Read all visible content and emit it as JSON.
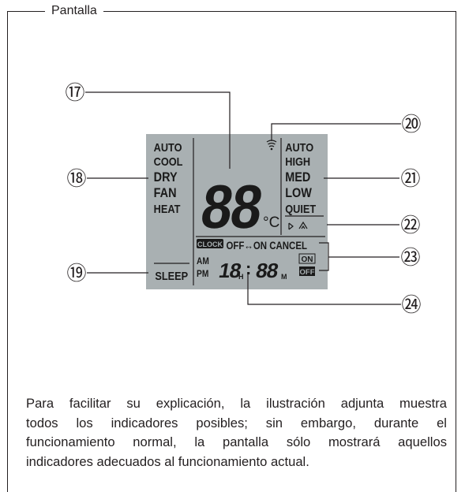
{
  "section": {
    "title": "Pantalla"
  },
  "display": {
    "mode_labels": [
      "AUTO",
      "COOL",
      "DRY",
      "FAN",
      "HEAT"
    ],
    "fan_labels": [
      "AUTO",
      "HIGH",
      "MED",
      "LOW",
      "QUIET"
    ],
    "temperature_digits": "88",
    "temperature_unit": "°C",
    "sleep_label": "SLEEP",
    "clock_badge": "CLOCK",
    "timer_text": "OFF↔ON CANCEL",
    "am_label": "AM",
    "pm_label": "PM",
    "hour_digits": "18",
    "hour_suffix": "H",
    "colon": ":",
    "minute_digits": "88",
    "minute_suffix": "M",
    "on_badge": "ON",
    "off_badge": "OFF"
  },
  "callouts": [
    "⑰",
    "⑱",
    "⑲",
    "⑳",
    "㉑",
    "㉒",
    "㉓",
    "㉔"
  ],
  "caption_lines": [
    "Para facilitar su explicación, la ilustración adjunta muestra",
    "todos los indicadores posibles; sin embargo, durante el",
    "funcionamiento normal, la pantalla sólo mostrará aquellos",
    "indicadores adecuados al funcionamiento actual."
  ],
  "colors": {
    "lcd_background": "#a9b0b2",
    "lcd_text": "#1a1a1a",
    "line": "#231f20"
  }
}
